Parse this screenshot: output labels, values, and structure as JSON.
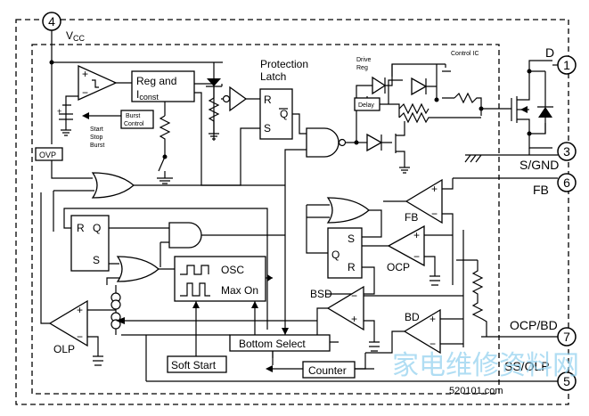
{
  "pins": [
    {
      "number": "4",
      "label": "Vcc"
    },
    {
      "number": "1",
      "label": "D"
    },
    {
      "number": "3",
      "label": "S/GND"
    },
    {
      "number": "6",
      "label": "FB"
    },
    {
      "number": "7",
      "label": "OCP/BD"
    },
    {
      "number": "5",
      "label": "SS/OLP"
    }
  ],
  "blocks": {
    "reg": {
      "line1": "Reg  and",
      "line2": "I",
      "line2_sub": "const"
    },
    "protection_latch": {
      "title_line1": "Protection",
      "title_line2": "Latch",
      "r": "R",
      "q": "Q",
      "s": "S"
    },
    "control_ic": "Control IC",
    "drive_reg": {
      "line1": "Drive",
      "line2": "Reg"
    },
    "delay": "Delay",
    "burst_control": {
      "line1": "Burst",
      "line2": "Control"
    },
    "start_stop": {
      "line1": "Start",
      "line2": "Stop",
      "line3": "Burst"
    },
    "ovp": "OVP",
    "rs_latch_left": {
      "r": "R",
      "q": "Q",
      "s": "S"
    },
    "rs_latch_right": {
      "s": "S",
      "q": "Q",
      "r": "R"
    },
    "osc": {
      "osc": "OSC",
      "max_on": "Max On"
    },
    "fb_amp": "FB",
    "ocp": "OCP",
    "bsd": "BSD",
    "bd": "BD",
    "olp": "OLP",
    "bottom_select": "Bottom Select",
    "soft_start": "Soft Start",
    "counter": "Counter"
  },
  "watermark": {
    "text": "家电维修资料网",
    "url": "520101.com"
  }
}
